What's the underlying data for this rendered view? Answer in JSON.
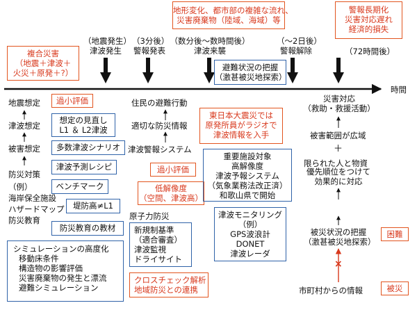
{
  "top_boxes": {
    "compound": [
      "複合災害",
      "（地震＋津波＋",
      "火災＋原発＋?）"
    ],
    "urban": [
      "地形変化、都市部の複雑な流れ、",
      "災害廃棄物（陸域、海域）等"
    ],
    "warning_long": [
      "警報長期化",
      "災害対応遅れ",
      "経済的損失"
    ]
  },
  "timeline": {
    "t_quake": [
      "（地震発生）",
      "津波発生"
    ],
    "t_3min": [
      "（3分後）",
      "警報発表"
    ],
    "t_tsunami": [
      "（数分後～数時間後）",
      "津波来襲"
    ],
    "t_release": [
      "（～2日後）",
      "警報解除"
    ],
    "t_72h": "（72時間後）",
    "time_label": "時間"
  },
  "evac_box": [
    "避難状況の把握",
    "（激甚被災地探索）"
  ],
  "col1": {
    "quake_assume": "地震想定",
    "underestimate1": "過小評価",
    "tsunami_assume": "津波想定",
    "review": [
      "想定の見直し",
      "L1 ＆ L2津波"
    ],
    "damage_assume": "被害想定",
    "scenario": "多数津波シナリオ",
    "recipe": "津波予測レシピ",
    "measures": "防災対策",
    "benchmark": "ベンチマーク",
    "example": "（例）",
    "seawall": "海岸保全施設",
    "seawall_box": "堤防高≠L1",
    "hazardmap": "ハザードマップ",
    "education": "防災教育",
    "education_box": "防災教育の教材",
    "simulation": [
      "シミュレーションの高度化",
      "移動床条件",
      "構造物の影響評価",
      "災害廃棄物の発生と漂流",
      "避難シミュレーション"
    ]
  },
  "col2": {
    "evac_action": "住民の避難行動",
    "proper_info": "適切な防災情報",
    "warning_system": "津波警報システム",
    "underestimate2": "過小評価",
    "low_res": [
      "低解像度",
      "（空間、津波高）"
    ],
    "nuclear": "原子力防災",
    "new_standard": [
      "新規制基準",
      "（適合審査）",
      "津波監視",
      "ドライサイト"
    ],
    "crosscheck": [
      "クロスチェック解析",
      "地域防災との連携"
    ]
  },
  "col3": {
    "east_japan": [
      "東日本大震災では",
      "原発所員がラジオで",
      "津波情報を入手"
    ],
    "important": [
      "重要施設対象",
      "高解像度",
      "津波予報システム",
      "（気象業務法改正済）",
      "和歌山県で開始"
    ],
    "monitoring": [
      "津波モニタリング",
      "（例）",
      "GPS波浪計",
      "DONET",
      "津波レーダ"
    ]
  },
  "col4": {
    "disaster_response": [
      "災害対応",
      "（救助・救援活動）"
    ],
    "wide_damage": "被害範囲が広域",
    "plus": "＋",
    "limited": "限られた人と物資",
    "priority": [
      "優先順位をつけて",
      "効果的に対応"
    ],
    "grasp": [
      "被災状況の把握",
      "（激甚被災地探索）"
    ],
    "difficult": "困難",
    "municipal_info": "市町村からの情報",
    "affected": "被災",
    "cross_mark": "×"
  },
  "colors": {
    "red": "#e2541e",
    "blue": "#2f62a8",
    "red_text": "#d8391d",
    "line": "#111111"
  }
}
